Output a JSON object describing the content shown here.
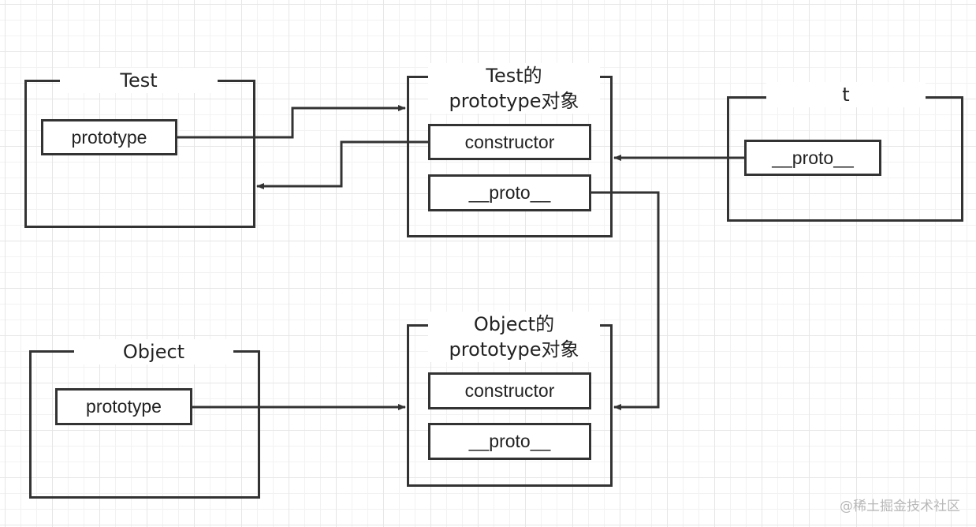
{
  "nodes": {
    "test": {
      "title": "Test",
      "field": "prototype"
    },
    "test_proto": {
      "title_line1": "Test的",
      "title_line2": "prototype对象",
      "field1": "constructor",
      "field2": "__proto__"
    },
    "t": {
      "title": "t",
      "field": "__proto__"
    },
    "object": {
      "title": "Object",
      "field": "prototype"
    },
    "object_proto": {
      "title_line1": "Object的",
      "title_line2": "prototype对象",
      "field1": "constructor",
      "field2": "__proto__"
    }
  },
  "watermark": "@稀土掘金技术社区"
}
